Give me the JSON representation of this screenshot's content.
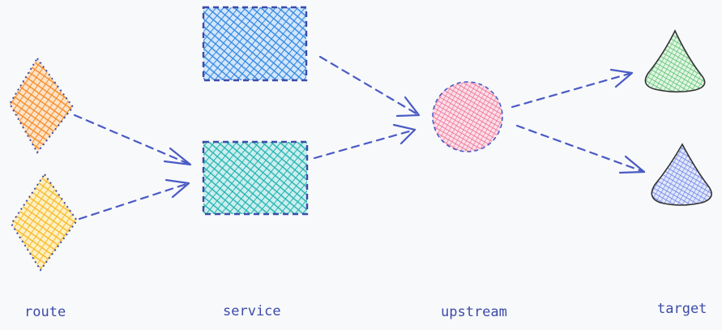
{
  "labels": {
    "route": "route",
    "service": "service",
    "upstream": "upstream",
    "target": "target"
  },
  "colors": {
    "background": "#f8f9fb",
    "arrow": "#4a5bc4",
    "route_1": "#f58a24",
    "route_2": "#f7b924",
    "service_1": "#2f86e0",
    "service_2": "#1fb3b0",
    "upstream": "#ee6f96",
    "target_1": "#5ec46f",
    "target_2": "#6f86e6",
    "label_text": "#3b4ba8"
  }
}
